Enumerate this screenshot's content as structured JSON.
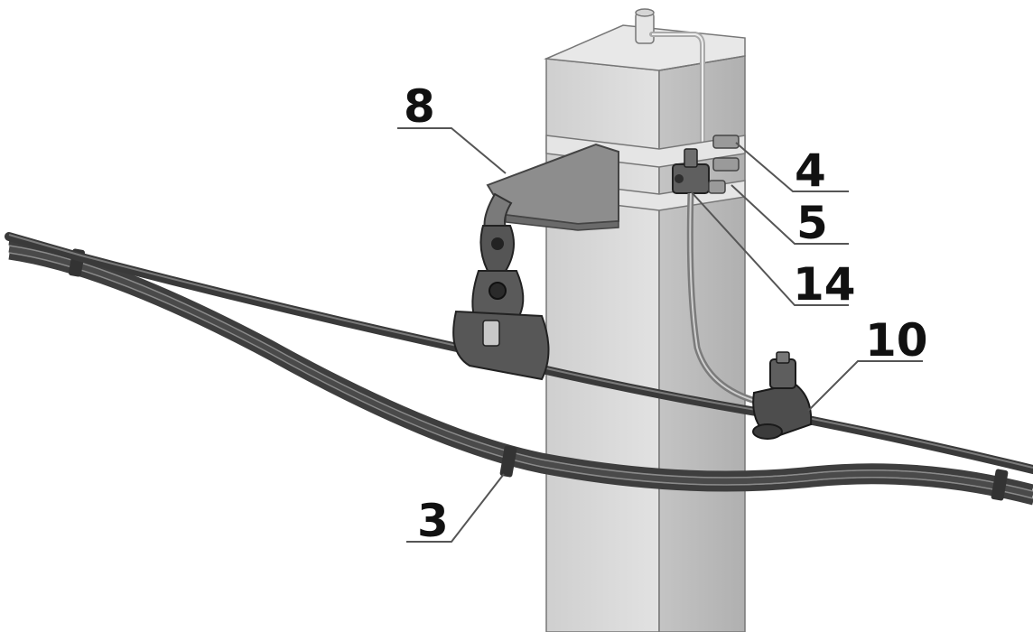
{
  "diagram": {
    "callouts": [
      {
        "id": "8",
        "label": "8"
      },
      {
        "id": "4",
        "label": "4"
      },
      {
        "id": "5",
        "label": "5"
      },
      {
        "id": "14",
        "label": "14"
      },
      {
        "id": "10",
        "label": "10"
      },
      {
        "id": "3",
        "label": "3"
      }
    ],
    "colors": {
      "pole_front": "#d9d9d9",
      "pole_side": "#bcbcbc",
      "pole_top": "#e6e6e6",
      "hardware": "#5c5c5c",
      "cable": "#4a4a4a",
      "leader": "#555555"
    }
  }
}
